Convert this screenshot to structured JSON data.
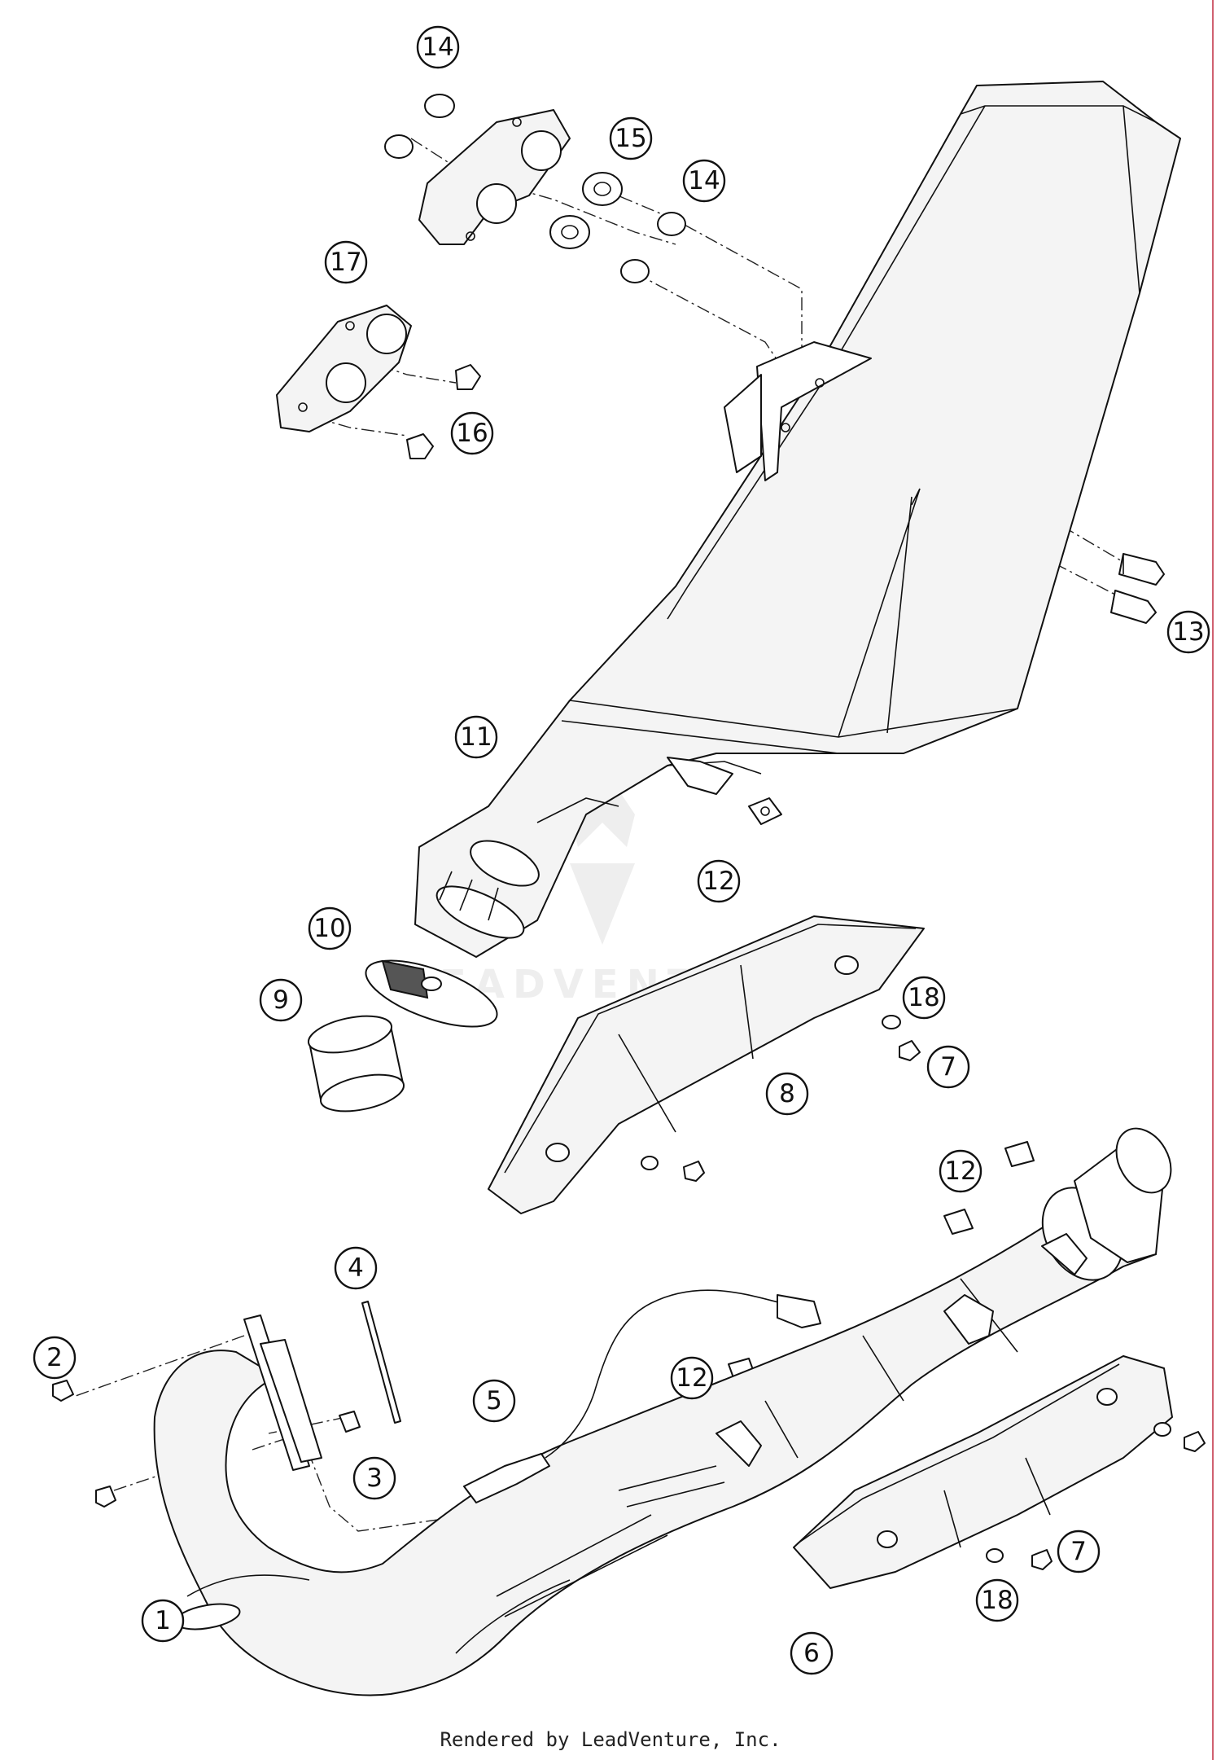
{
  "callouts": [
    {
      "id": "c14a",
      "label": "14"
    },
    {
      "id": "c15",
      "label": "15"
    },
    {
      "id": "c14b",
      "label": "14"
    },
    {
      "id": "c17",
      "label": "17"
    },
    {
      "id": "c16",
      "label": "16"
    },
    {
      "id": "c13",
      "label": "13"
    },
    {
      "id": "c11",
      "label": "11"
    },
    {
      "id": "c12a",
      "label": "12"
    },
    {
      "id": "c10",
      "label": "10"
    },
    {
      "id": "c9",
      "label": "9"
    },
    {
      "id": "c18a",
      "label": "18"
    },
    {
      "id": "c7a",
      "label": "7"
    },
    {
      "id": "c8",
      "label": "8"
    },
    {
      "id": "c12b",
      "label": "12"
    },
    {
      "id": "c4",
      "label": "4"
    },
    {
      "id": "c2",
      "label": "2"
    },
    {
      "id": "c12c",
      "label": "12"
    },
    {
      "id": "c5",
      "label": "5"
    },
    {
      "id": "c3",
      "label": "3"
    },
    {
      "id": "c7b",
      "label": "7"
    },
    {
      "id": "c18b",
      "label": "18"
    },
    {
      "id": "c1",
      "label": "1"
    },
    {
      "id": "c6",
      "label": "6"
    }
  ],
  "watermark": "EADVENTURE",
  "footer": "Rendered by LeadVenture, Inc."
}
